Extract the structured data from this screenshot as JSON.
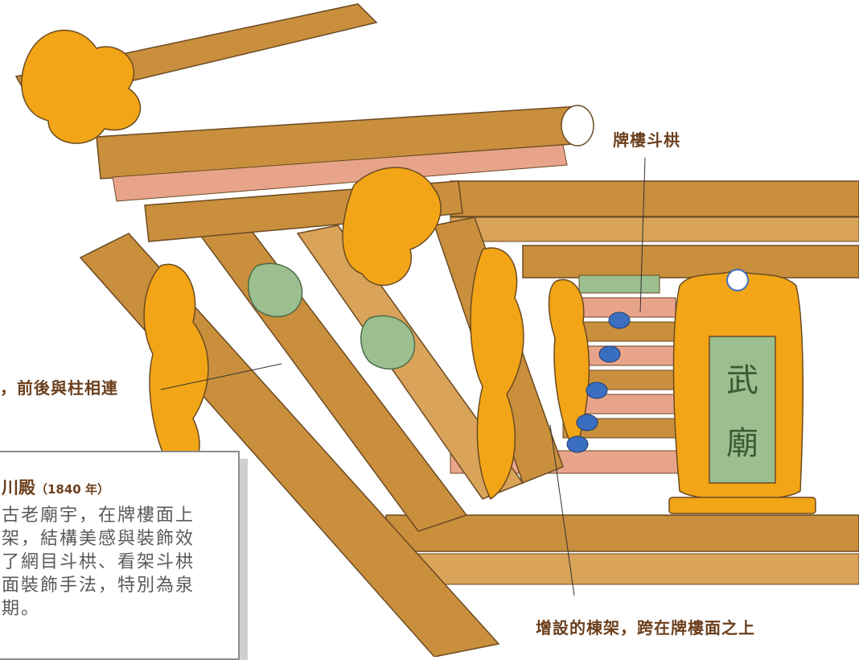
{
  "labels": {
    "top": "牌樓斗栱",
    "left": "，前後與柱相連",
    "bottom": "增設的棟架，跨在牌樓面之上",
    "plaque": [
      "武",
      "廟"
    ]
  },
  "info": {
    "title": "川殿",
    "year": "（1840 年）",
    "lines": [
      "古老廟宇，在牌樓面上",
      "架，結構美感與裝飾效",
      "了網目斗栱、看架斗栱",
      "面裝飾手法，特別為泉",
      "期。"
    ]
  },
  "colors": {
    "wood": "#c98f3d",
    "wood_dark": "#9a6524",
    "ornament": "#f2a516",
    "pink": "#e8a48a",
    "green": "#9bbf8f",
    "blue": "#3a6fc0",
    "label": "#6b3f1d"
  }
}
